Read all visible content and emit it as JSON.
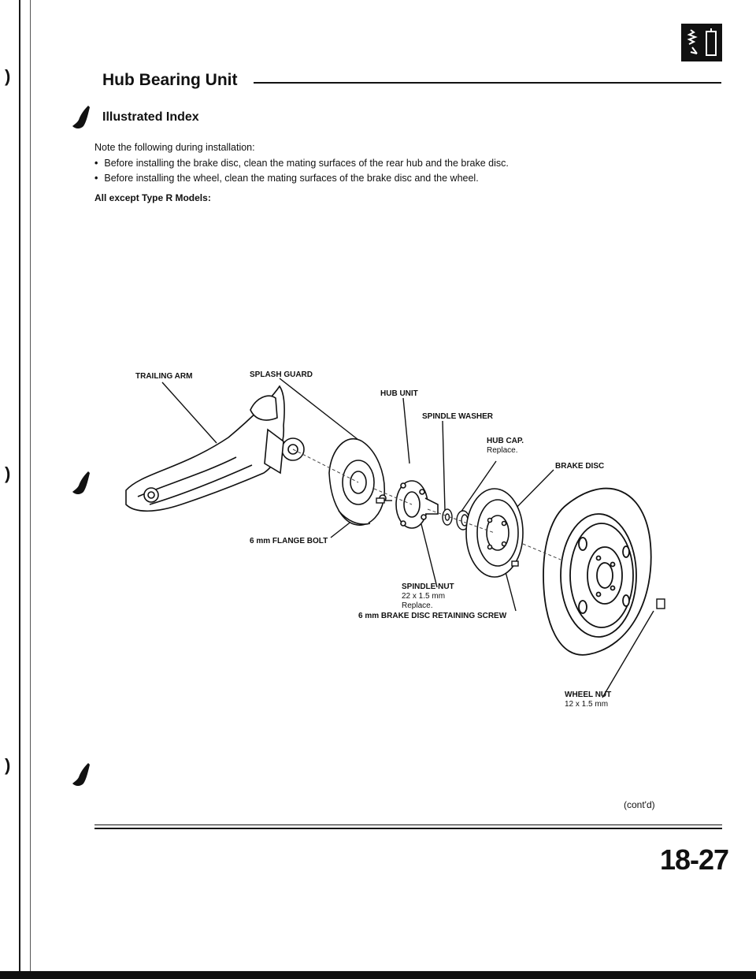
{
  "header": {
    "title": "Hub Bearing Unit",
    "section_icon": "suspension-section-icon"
  },
  "subtitle": "Illustrated Index",
  "note": "Note the following during installation:",
  "bullets": [
    "Before installing the brake disc, clean the mating surfaces of the rear hub and the brake disc.",
    "Before installing the wheel, clean the mating surfaces of the brake disc and the wheel."
  ],
  "models_label": "All except Type R Models:",
  "labels": {
    "trailing_arm": "TRAILING ARM",
    "splash_guard": "SPLASH GUARD",
    "hub_unit": "HUB UNIT",
    "spindle_washer": "SPINDLE WASHER",
    "hub_cap": "HUB CAP.",
    "hub_cap_note": "Replace.",
    "brake_disc": "BRAKE DISC",
    "flange_bolt": "6 mm FLANGE BOLT",
    "spindle_nut": "SPINDLE NUT",
    "spindle_nut_size": "22 x 1.5 mm",
    "spindle_nut_note": "Replace.",
    "retaining_screw": "6 mm BRAKE DISC RETAINING SCREW",
    "wheel_nut": "WHEEL NUT",
    "wheel_nut_size": "12 x 1.5 mm"
  },
  "footer": {
    "contd": "(cont'd)",
    "page_number": "18-27"
  }
}
